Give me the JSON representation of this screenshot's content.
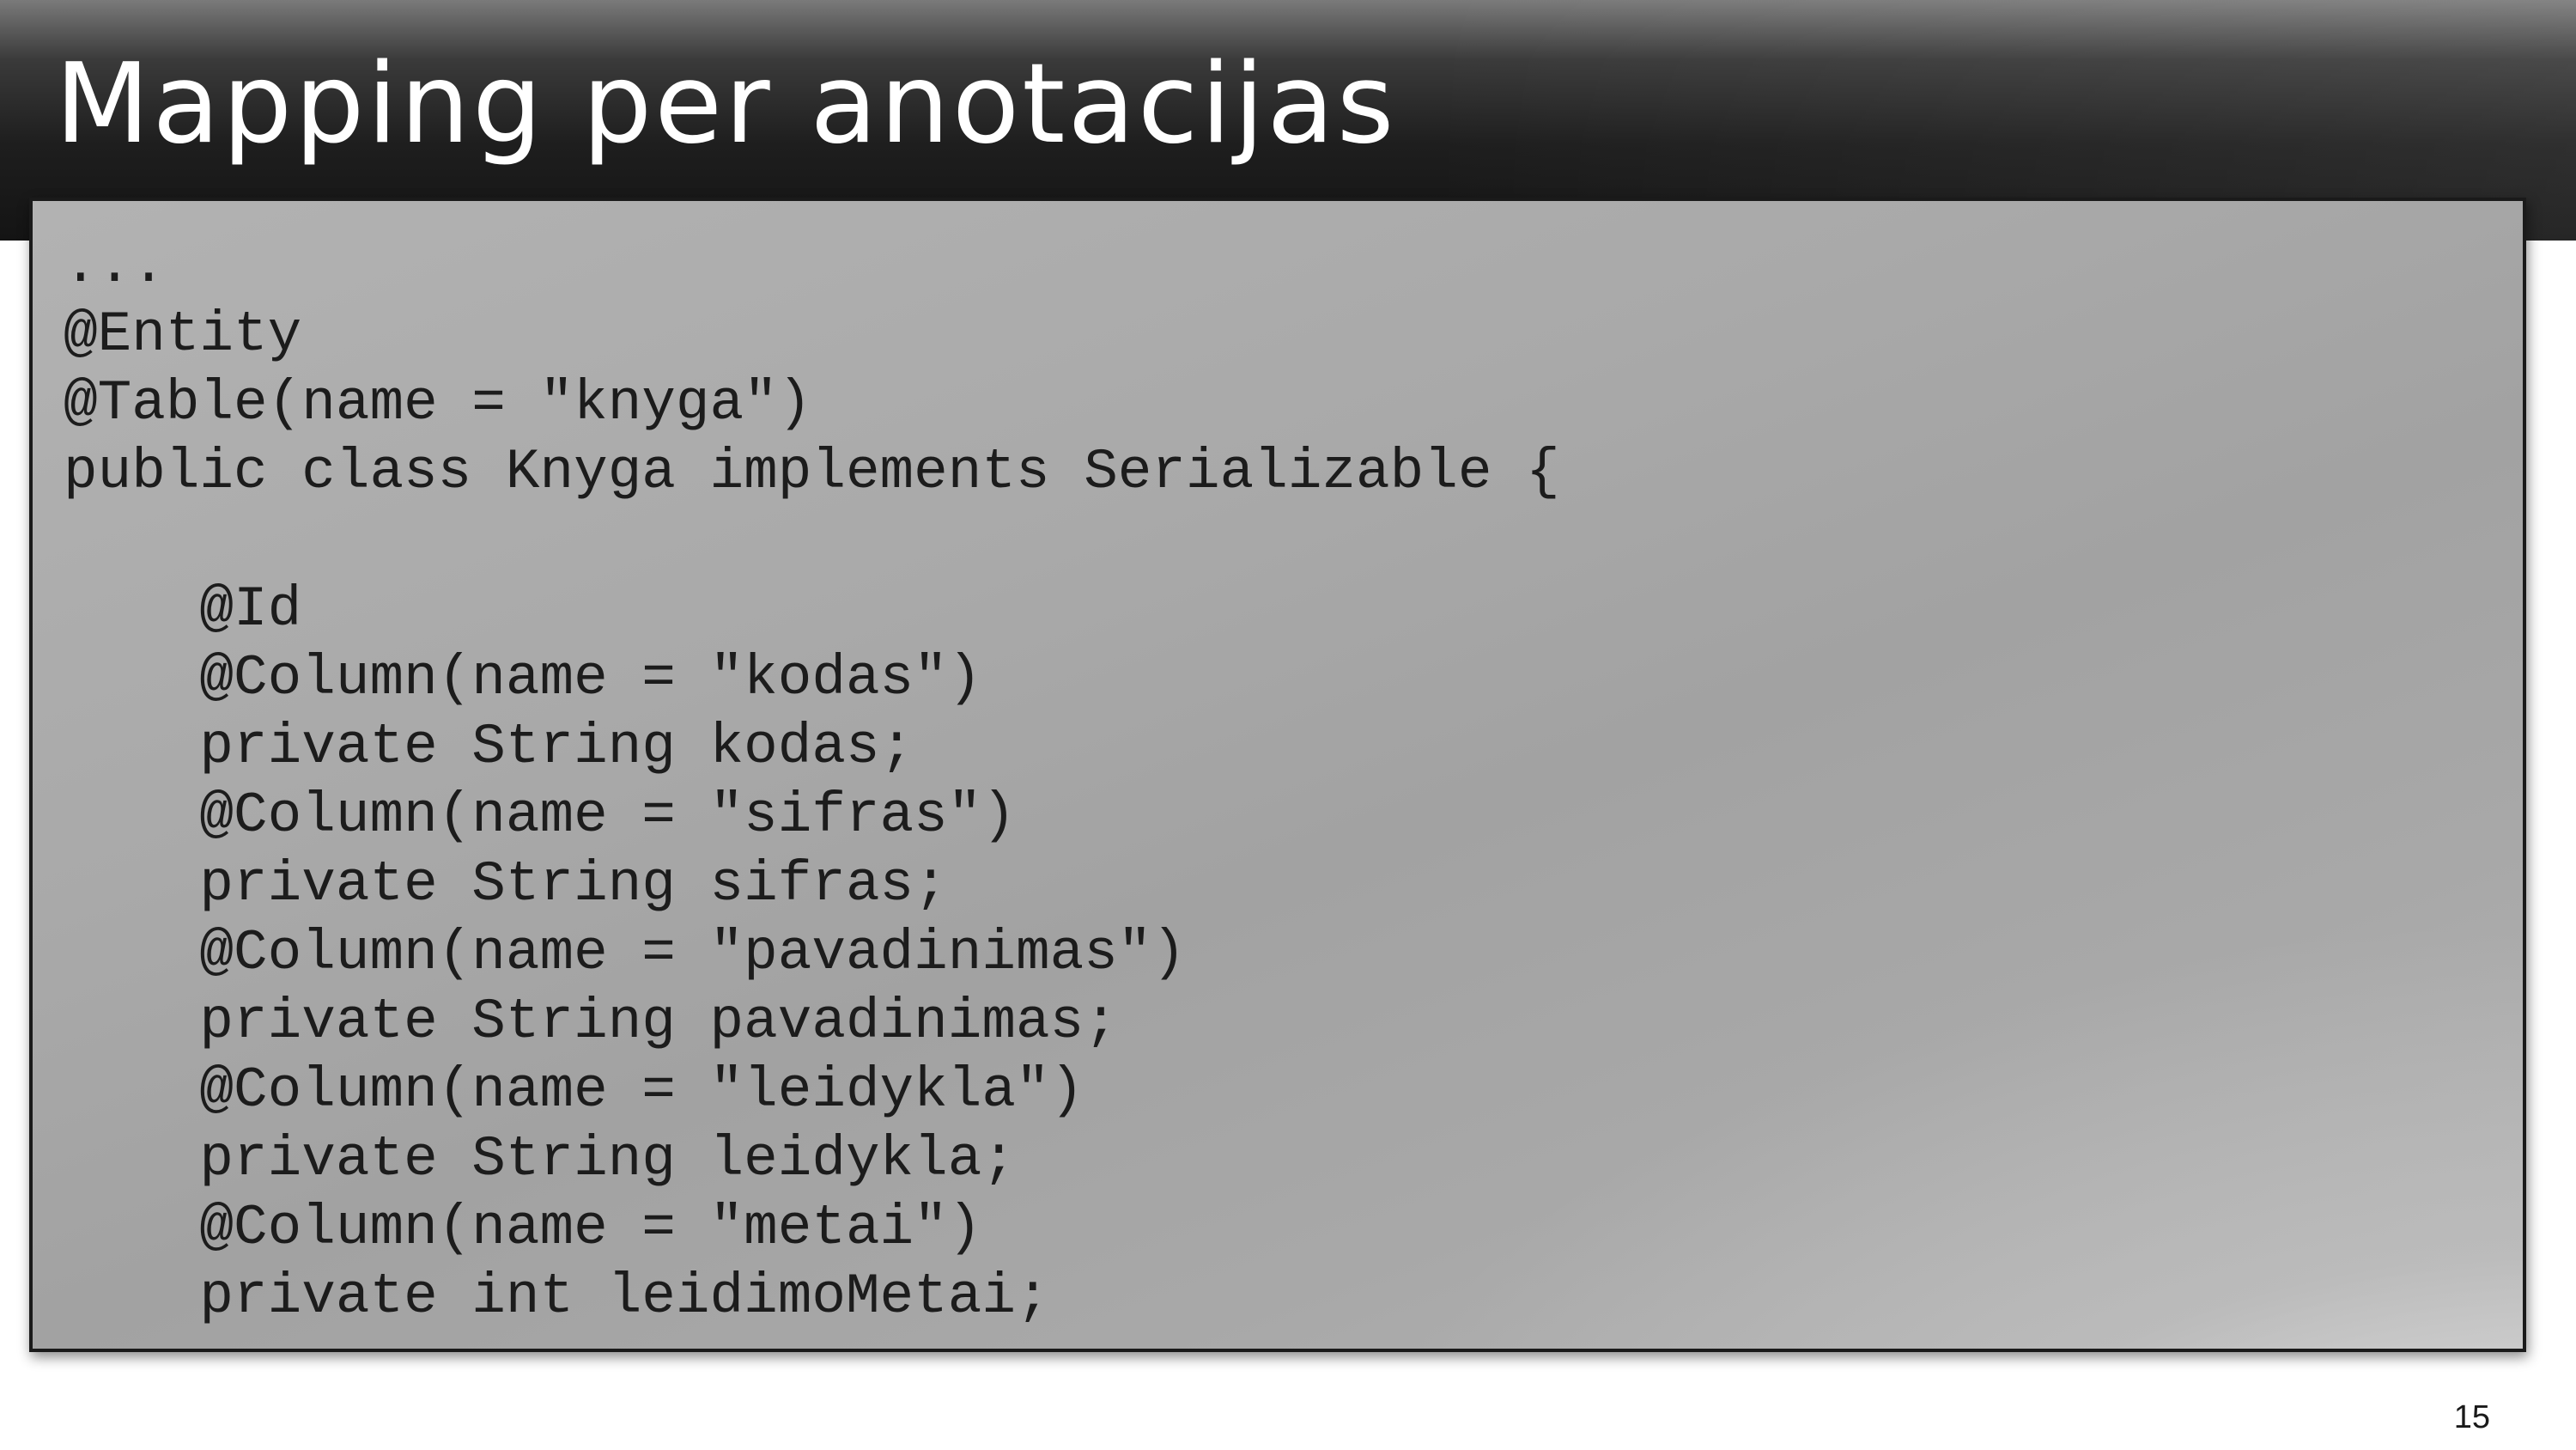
{
  "slide": {
    "title": "Mapping per anotacijas",
    "page_number": "15"
  },
  "code": {
    "lines": [
      "...",
      "@Entity",
      "@Table(name = \"knyga\")",
      "public class Knyga implements Serializable {",
      "",
      "    @Id",
      "    @Column(name = \"kodas\")",
      "    private String kodas;",
      "    @Column(name = \"sifras\")",
      "    private String sifras;",
      "    @Column(name = \"pavadinimas\")",
      "    private String pavadinimas;",
      "    @Column(name = \"leidykla\")",
      "    private String leidykla;",
      "    @Column(name = \"metai\")",
      "    private int leidimoMetai;"
    ],
    "overflow_text": "..."
  }
}
